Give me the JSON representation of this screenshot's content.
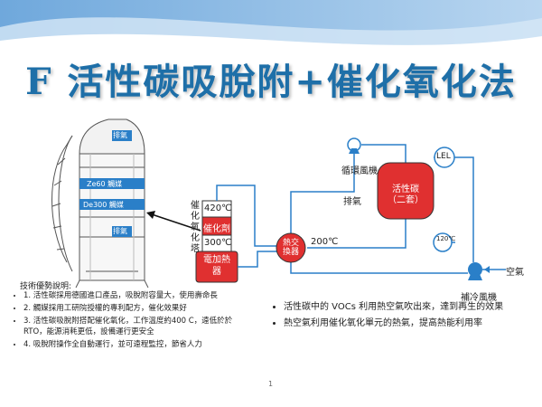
{
  "title": "F 活性碳吸脫附+催化氧化法",
  "tower": {
    "exhaust_top": "排氣",
    "zone_ze60": "Ze60 觸媒",
    "zone_de300": "De300 觸媒",
    "exhaust_bottom": "排氣"
  },
  "process": {
    "catalytic_tower": "催化氧化塔",
    "temp_high": "420℃",
    "catalyst": "催化劑",
    "temp_low": "300℃",
    "heater": "電加熱器",
    "heat_exchanger": "熱交換器",
    "temp_200": "200℃",
    "circ_fan": "循環風機",
    "exhaust": "排氣",
    "carbon_unit": "活性碳（二套）",
    "lel": "LEL",
    "temp_120": "120℃",
    "air": "空氣",
    "cooling_fan": "補冷風機"
  },
  "advantages": {
    "heading": "技術優勢說明:",
    "items": [
      "1. 活性碳採用德國進口產品，吸脫附容量大，使用壽命長",
      "2. 觸媒採用工研院授權的專利配方，催化效果好",
      "3. 活性碳吸脫附搭配催化氧化，工作溫度約400 C，遠低於於RTO，能源消耗更低，設備運行更安全",
      "4. 吸脫附操作全自動運行，並可遠程監控，節省人力"
    ]
  },
  "notes": [
    "活性碳中的 VOCs 利用熱空氣吹出來，達到再生的效果",
    "熱空氣利用催化氧化單元的熱氣，提高熱能利用率"
  ],
  "page_number": "1",
  "colors": {
    "title": "#1e6fa8",
    "accent_red": "#e03030",
    "tower_blue": "#2a7fc8",
    "pipe_blue": "#2a7fc8"
  }
}
